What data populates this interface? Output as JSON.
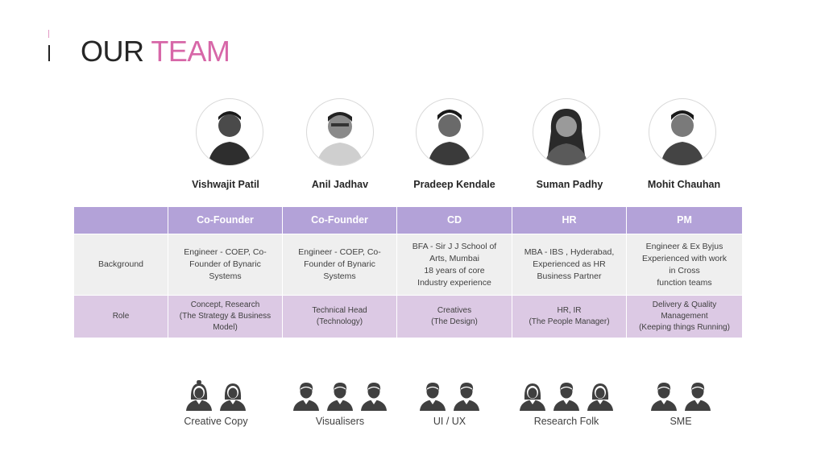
{
  "title": {
    "part1": "OUR ",
    "part2": "TEAM"
  },
  "colors": {
    "accent": "#d767a8",
    "header": "#b3a2d8",
    "background_row": "#efefef",
    "role_row": "#dcc9e4",
    "icon": "#404040"
  },
  "members": [
    {
      "name": "Vishwajit Patil",
      "position": "Co-Founder",
      "background": [
        "Engineer - COEP, Co-",
        "Founder of Bynaric",
        "Systems"
      ],
      "role": [
        "Concept, Research",
        "(The Strategy & Business",
        "Model)"
      ]
    },
    {
      "name": "Anil Jadhav",
      "position": "Co-Founder",
      "background": [
        "Engineer - COEP, Co-",
        "Founder of Bynaric",
        "Systems"
      ],
      "role": [
        "Technical Head",
        "(Technology)"
      ]
    },
    {
      "name": "Pradeep Kendale",
      "position": "CD",
      "background": [
        "BFA - Sir J J School of",
        "Arts, Mumbai",
        "18 years of core",
        "Industry experience"
      ],
      "role": [
        "Creatives",
        "(The Design)"
      ]
    },
    {
      "name": "Suman Padhy",
      "position": "HR",
      "background": [
        "MBA - IBS , Hyderabad,",
        "Experienced as HR",
        "Business Partner"
      ],
      "role": [
        "HR, IR",
        "(The People Manager)"
      ]
    },
    {
      "name": "Mohit Chauhan",
      "position": "PM",
      "background": [
        "Engineer & Ex Byjus",
        "Experienced with work",
        "in Cross",
        "function teams"
      ],
      "role": [
        "Delivery & Quality",
        "Management",
        "(Keeping things Running)"
      ]
    }
  ],
  "row_labels": {
    "background": "Background",
    "role": "Role"
  },
  "groups": [
    {
      "label": "Creative Copy",
      "icons": [
        "woman-bun-icon",
        "woman-icon"
      ]
    },
    {
      "label": "Visualisers",
      "icons": [
        "man-icon",
        "man-icon",
        "man-icon"
      ]
    },
    {
      "label": "UI / UX",
      "icons": [
        "man-icon",
        "man-icon"
      ]
    },
    {
      "label": "Research Folk",
      "icons": [
        "woman-icon",
        "man-icon",
        "woman-icon"
      ]
    },
    {
      "label": "SME",
      "icons": [
        "man-icon",
        "man-icon"
      ]
    }
  ]
}
